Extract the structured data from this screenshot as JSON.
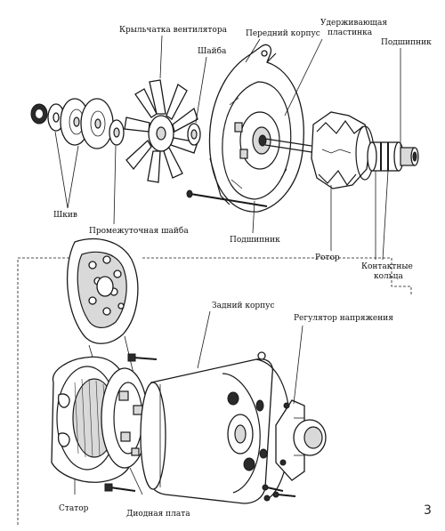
{
  "labels": {
    "fan_impeller": "Крыльчатка вентилятора",
    "washer": "Шайба",
    "front_housing": "Передний корпус",
    "retaining_plate": "Удерживающая\nпластинка",
    "bearing_top": "Подшипник",
    "pulley": "Шкив",
    "spacer_washer": "Промежуточная шайба",
    "bearing_bottom": "Подшипник",
    "rotor": "Ротор",
    "slip_rings": "Контактные\nкольца",
    "rear_housing": "Задний корпус",
    "voltage_regulator": "Регулятор напряжения",
    "stator": "Статор",
    "diode_plate": "Диодная плата"
  },
  "page_number": "3"
}
